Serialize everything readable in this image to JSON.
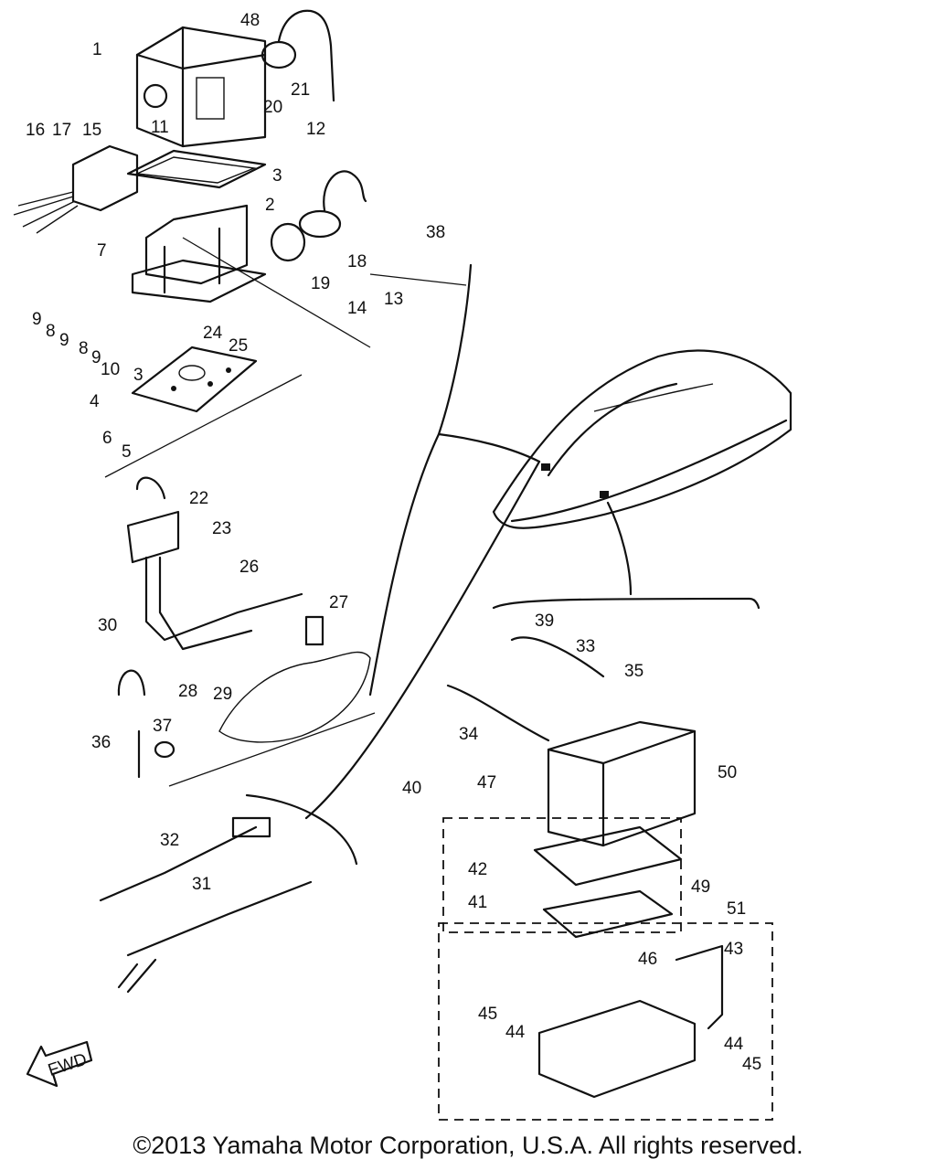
{
  "diagram": {
    "callouts": [
      "1",
      "2",
      "3",
      "4",
      "5",
      "6",
      "7",
      "8",
      "9",
      "10",
      "11",
      "12",
      "13",
      "14",
      "15",
      "16",
      "17",
      "18",
      "19",
      "20",
      "21",
      "22",
      "23",
      "24",
      "25",
      "26",
      "27",
      "28",
      "29",
      "30",
      "31",
      "32",
      "33",
      "34",
      "35",
      "36",
      "37",
      "38",
      "39",
      "40",
      "41",
      "42",
      "43",
      "44",
      "45",
      "46",
      "47",
      "48",
      "49",
      "50",
      "51"
    ],
    "fwd_label": "FWD"
  },
  "copyright": "©2013 Yamaha Motor Corporation, U.S.A. All rights reserved."
}
